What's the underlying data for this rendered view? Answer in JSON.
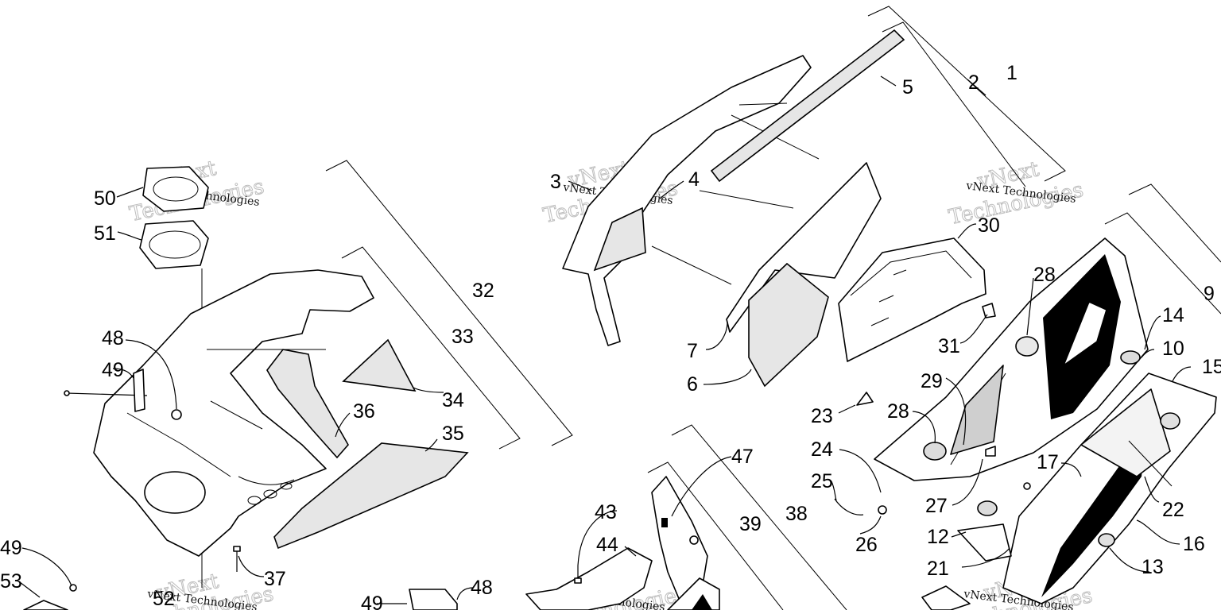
{
  "diagram": {
    "callouts": [
      {
        "id": "1",
        "text": "1"
      },
      {
        "id": "2",
        "text": "2"
      },
      {
        "id": "3",
        "text": "3"
      },
      {
        "id": "4",
        "text": "4"
      },
      {
        "id": "5",
        "text": "5"
      },
      {
        "id": "6",
        "text": "6"
      },
      {
        "id": "7",
        "text": "7"
      },
      {
        "id": "9",
        "text": "9"
      },
      {
        "id": "10",
        "text": "10"
      },
      {
        "id": "12",
        "text": "12"
      },
      {
        "id": "13",
        "text": "13"
      },
      {
        "id": "14",
        "text": "14"
      },
      {
        "id": "15",
        "text": "15"
      },
      {
        "id": "16",
        "text": "16"
      },
      {
        "id": "17",
        "text": "17"
      },
      {
        "id": "21",
        "text": "21"
      },
      {
        "id": "22",
        "text": "22"
      },
      {
        "id": "23",
        "text": "23"
      },
      {
        "id": "24",
        "text": "24"
      },
      {
        "id": "25",
        "text": "25"
      },
      {
        "id": "26",
        "text": "26"
      },
      {
        "id": "27",
        "text": "27"
      },
      {
        "id": "28a",
        "text": "28"
      },
      {
        "id": "28b",
        "text": "28"
      },
      {
        "id": "29",
        "text": "29"
      },
      {
        "id": "30",
        "text": "30"
      },
      {
        "id": "31",
        "text": "31"
      },
      {
        "id": "32",
        "text": "32"
      },
      {
        "id": "33",
        "text": "33"
      },
      {
        "id": "34",
        "text": "34"
      },
      {
        "id": "35",
        "text": "35"
      },
      {
        "id": "36",
        "text": "36"
      },
      {
        "id": "37",
        "text": "37"
      },
      {
        "id": "38",
        "text": "38"
      },
      {
        "id": "39",
        "text": "39"
      },
      {
        "id": "43",
        "text": "43"
      },
      {
        "id": "44",
        "text": "44"
      },
      {
        "id": "47",
        "text": "47"
      },
      {
        "id": "48a",
        "text": "48"
      },
      {
        "id": "48b",
        "text": "48"
      },
      {
        "id": "49a",
        "text": "49"
      },
      {
        "id": "49b",
        "text": "49"
      },
      {
        "id": "49c",
        "text": "49"
      },
      {
        "id": "50",
        "text": "50"
      },
      {
        "id": "51",
        "text": "51"
      },
      {
        "id": "52",
        "text": "52"
      },
      {
        "id": "53",
        "text": "53"
      }
    ],
    "watermark": {
      "line1": "vNext",
      "line2": "Technologies",
      "small": "vNext Technologies"
    }
  }
}
